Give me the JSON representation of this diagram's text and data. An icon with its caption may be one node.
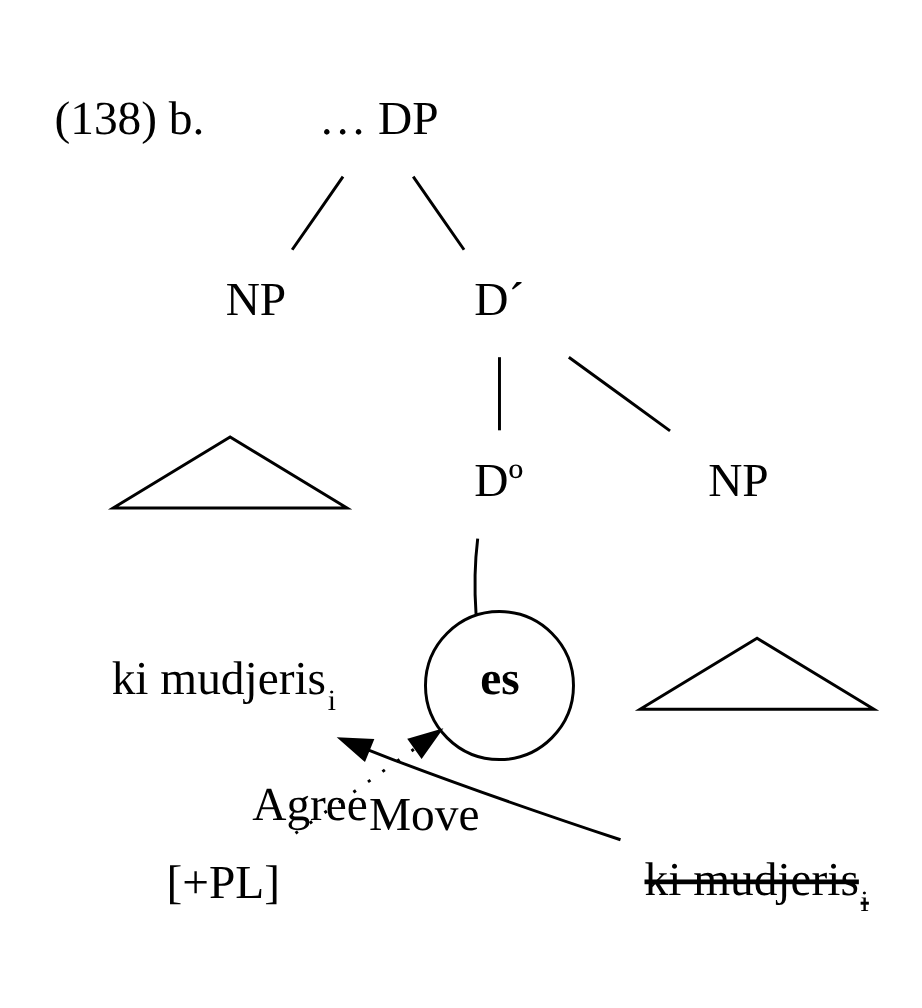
{
  "diagram": {
    "nodes": [
      {
        "text": [
          "… DP"
        ]
      },
      {
        "text": [
          "NP"
        ]
      },
      {
        "text": [
          "D´"
        ]
      },
      {
        "text": [],
        "shape": "triangle"
      },
      {
        "text": [
          "ki mudjeris$_{i}$"
        ]
      },
      {
        "text": [
          "Dº"
        ]
      },
      {
        "text": [
          "NP"
        ]
      },
      {
        "text": [],
        "shape": "triangle"
      },
      {
        "text": [
          "es"
        ]
      },
      {
        "text": [
          "ki mudjeris$_{i}$"
        ]
      },
      {
        "text": [
          "[+PL]"
        ]
      }
    ],
    "edges": [
      {
        "from": 0,
        "to": 1,
        "arrow": "none"
      },
      {
        "from": 0,
        "to": 2,
        "arrow": "none"
      },
      {
        "from": 2,
        "to": 5,
        "arrow": "none"
      },
      {
        "from": 2,
        "to": 6,
        "arrow": "none"
      },
      {
        "from": 5,
        "to": 8,
        "arrow": "none"
      },
      {
        "from": 9,
        "to": 4,
        "arrow": "to",
        "label": "Move"
      },
      {
        "from": 10,
        "to": 8,
        "arrow": "to",
        "label": "Agree",
        "style": "dashed"
      }
    ],
    "labels": [
      "(138) b."
    ]
  }
}
